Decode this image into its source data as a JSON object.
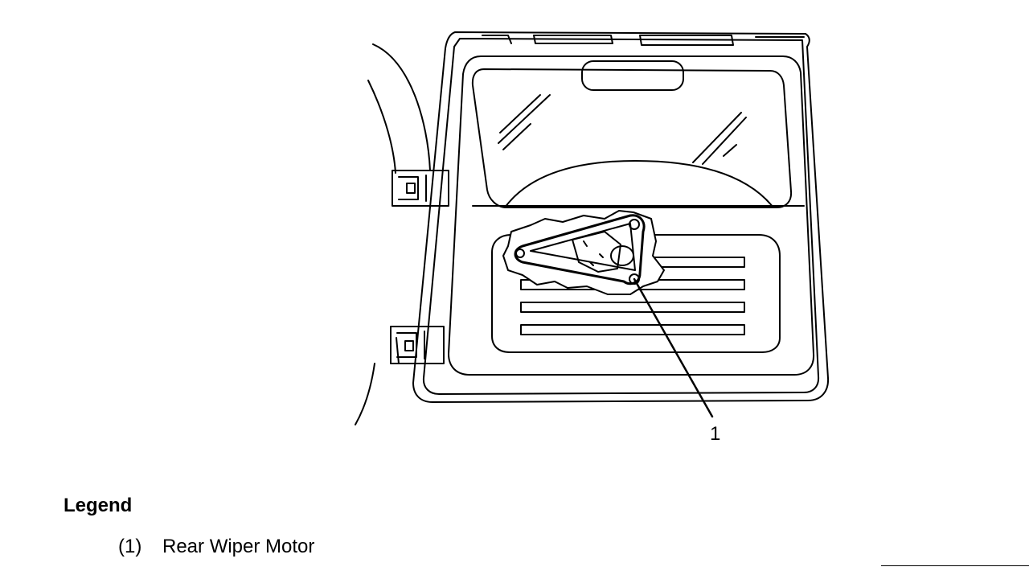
{
  "diagram": {
    "callouts": [
      {
        "label": "1",
        "part": "rear-wiper-motor"
      }
    ]
  },
  "legend": {
    "title": "Legend",
    "items": [
      {
        "number": "(1)",
        "text": "Rear Wiper Motor"
      }
    ]
  }
}
